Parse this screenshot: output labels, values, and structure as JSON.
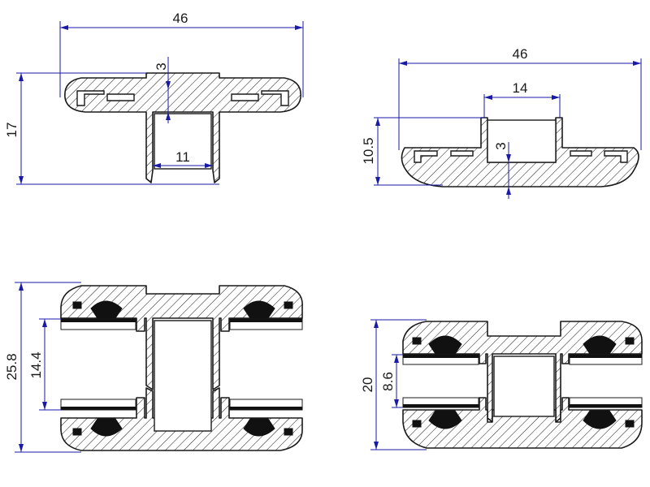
{
  "profile_a": {
    "width_label": "46",
    "height_label": "17",
    "web_label": "3",
    "channel_label": "11"
  },
  "profile_b": {
    "width_label": "46",
    "channel_label": "14",
    "height_label": "10.5",
    "web_label": "3"
  },
  "assembly_a": {
    "overall_label": "25.8",
    "glass_gap_label": "14.4"
  },
  "assembly_b": {
    "overall_label": "20",
    "glass_gap_label": "8.6"
  },
  "colors": {
    "dimension": "#1a1aa8",
    "outline": "#1a1a1a",
    "gasket": "#111111"
  }
}
